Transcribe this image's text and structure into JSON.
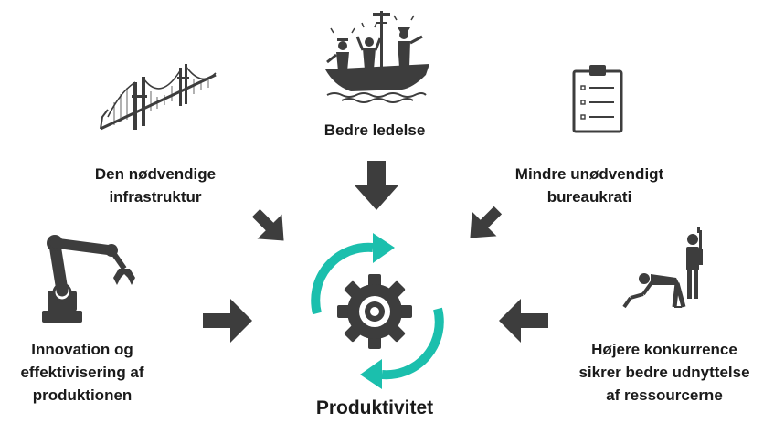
{
  "center": {
    "label": "Produktivitet"
  },
  "factors": {
    "ledelse": {
      "label": "Bedre ledelse"
    },
    "infrastruktur": {
      "lines": [
        "Den nødvendige",
        "infrastruktur"
      ]
    },
    "bureaukrati": {
      "lines": [
        "Mindre unødvendigt",
        "bureaukrati"
      ]
    },
    "innovation": {
      "lines": [
        "Innovation og",
        "effektivisering af",
        "produktionen"
      ]
    },
    "konkurrence": {
      "lines": [
        "Højere konkurrence",
        "sikrer bedre udnyttelse",
        "af ressourcerne"
      ]
    }
  },
  "colors": {
    "accent": "#1bbfad",
    "icon": "#3d3d3d",
    "arrow": "#3d3d3d"
  },
  "icons": [
    "bridge-icon",
    "ship-icon",
    "clipboard-icon",
    "robot-arm-icon",
    "tired-worker-icon",
    "gear-icon",
    "refresh-arrows-icon"
  ]
}
